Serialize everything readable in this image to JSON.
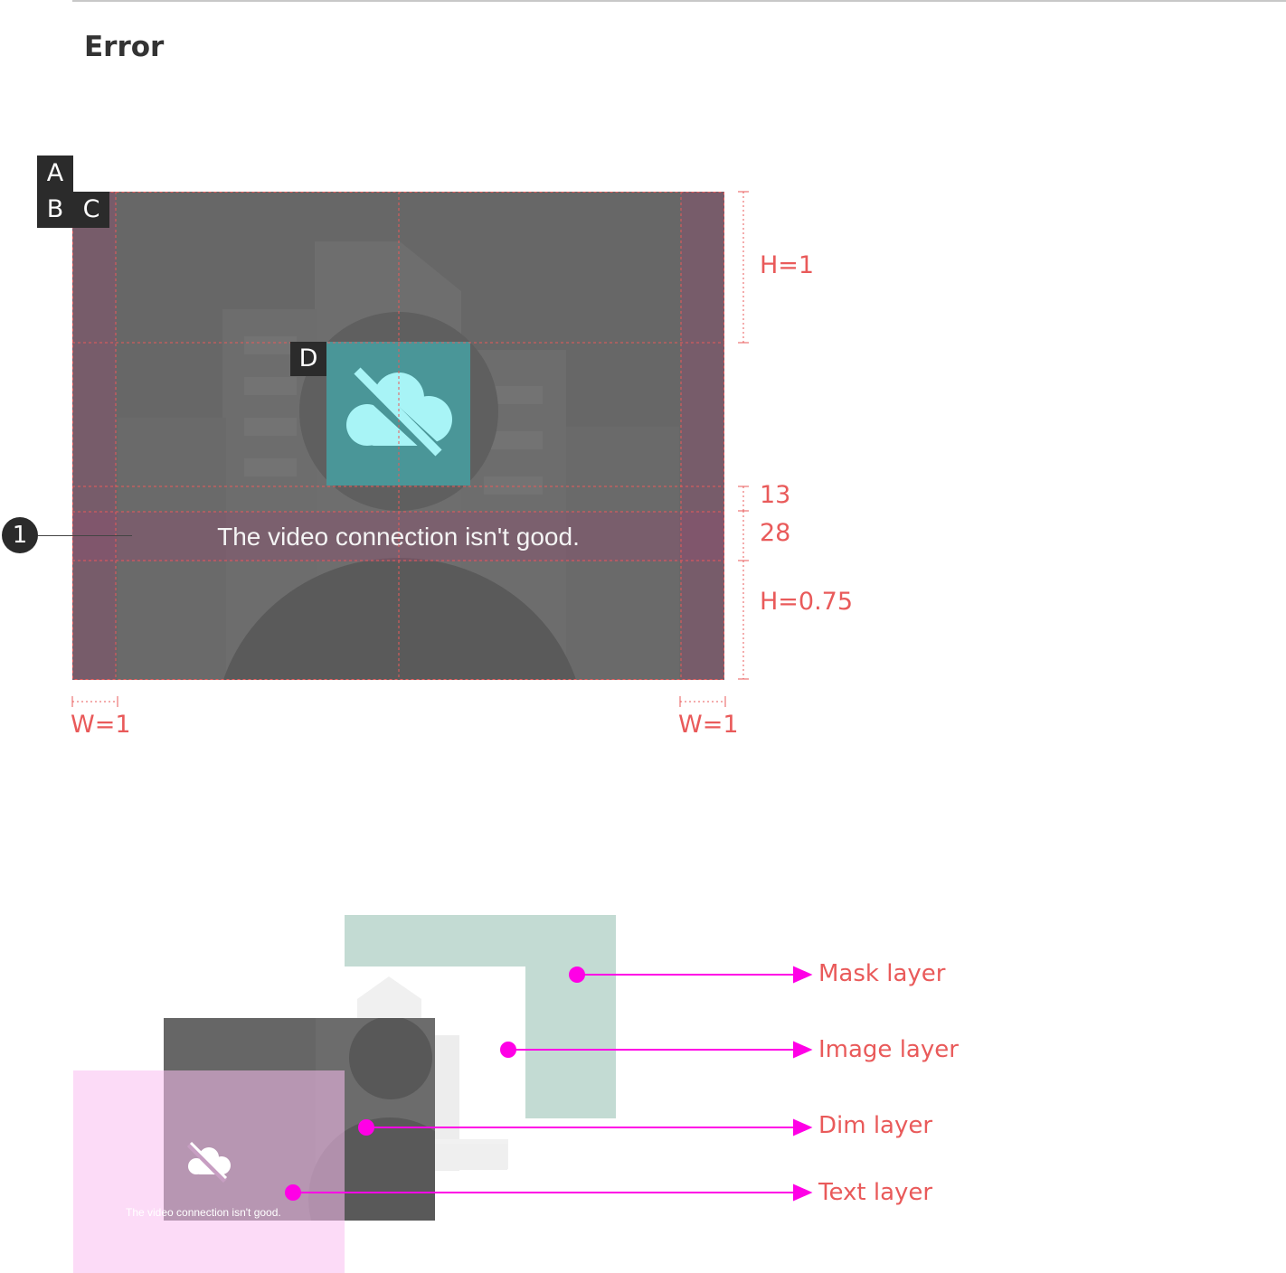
{
  "page": {
    "title": "Error"
  },
  "spec": {
    "caption": "The video connection isn't good.",
    "tags": {
      "a": "A",
      "b": "B",
      "c": "C",
      "d": "D"
    },
    "callout": "1",
    "dimensions": {
      "top_height": "H=1",
      "gap": "13",
      "text_height": "28",
      "bottom_height": "H=0.75",
      "left_width": "W=1",
      "right_width": "W=1"
    },
    "icon": "cloud-off-icon"
  },
  "layers": {
    "mask": "Mask layer",
    "image": "Image layer",
    "dim": "Dim layer",
    "text": "Text layer",
    "small_caption": "The video connection isn't good."
  },
  "colors": {
    "frame": "#676767",
    "margin_overlay": "#8c506e",
    "icon_bg": "#4a9698",
    "icon_fg": "#a8f4f6",
    "guide": "#e95a5a",
    "pointer": "#ff00e6",
    "mask_layer": "#c3dbd3",
    "text_layer": "#fddcf7"
  }
}
